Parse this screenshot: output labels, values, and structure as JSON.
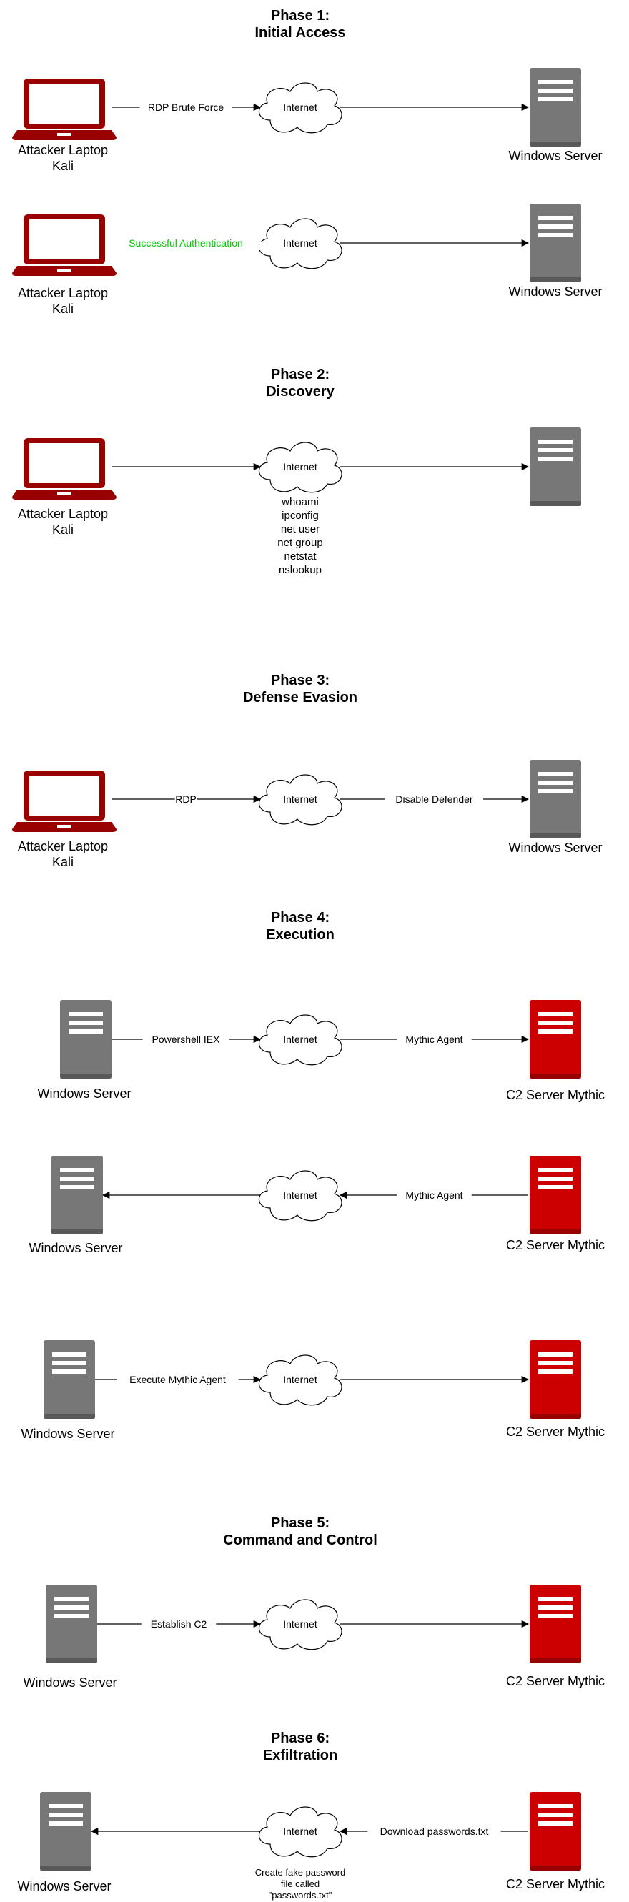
{
  "colors": {
    "laptop": "#990000",
    "server_gray": "#777777",
    "server_red": "#CC0000",
    "arrow": "#000000",
    "success_text": "#00CC00"
  },
  "phases": [
    {
      "title": [
        "Phase 1:",
        "Initial Access"
      ],
      "rows": [
        {
          "left": {
            "icon": "laptop-icon",
            "label": [
              "Attacker Laptop",
              "Kali"
            ]
          },
          "cloud": {
            "label": "Internet",
            "notes": []
          },
          "right": {
            "icon": "server-icon",
            "label": [
              "Windows Server"
            ]
          },
          "arrow_left": {
            "dir": "right",
            "label": "RDP Brute Force"
          },
          "arrow_right": {
            "dir": "right",
            "label": ""
          }
        },
        {
          "left": {
            "icon": "laptop-icon",
            "label": [
              "Attacker Laptop",
              "Kali"
            ]
          },
          "cloud": {
            "label": "Internet",
            "notes": []
          },
          "right": {
            "icon": "server-icon",
            "label": [
              "Windows Server"
            ]
          },
          "arrow_left": {
            "dir": "right",
            "label": "Successful Authentication",
            "color": "#00CC00"
          },
          "arrow_right": {
            "dir": "right",
            "label": ""
          }
        }
      ]
    },
    {
      "title": [
        "Phase 2:",
        "Discovery"
      ],
      "rows": [
        {
          "left": {
            "icon": "laptop-icon",
            "label": [
              "Attacker Laptop",
              "Kali"
            ]
          },
          "cloud": {
            "label": "Internet",
            "notes": [
              "whoami",
              "ipconfig",
              "net user",
              "net group",
              "netstat",
              "nslookup"
            ]
          },
          "right": {
            "icon": "server-icon",
            "label": []
          },
          "arrow_left": {
            "dir": "right",
            "label": ""
          },
          "arrow_right": {
            "dir": "right",
            "label": ""
          }
        }
      ]
    },
    {
      "title": [
        "Phase 3:",
        "Defense Evasion"
      ],
      "rows": [
        {
          "left": {
            "icon": "laptop-icon",
            "label": [
              "Attacker Laptop",
              "Kali"
            ]
          },
          "cloud": {
            "label": "Internet",
            "notes": []
          },
          "right": {
            "icon": "server-icon",
            "label": [
              "Windows Server"
            ]
          },
          "arrow_left": {
            "dir": "right",
            "label": "RDP"
          },
          "arrow_right": {
            "dir": "right",
            "label": "Disable Defender"
          }
        }
      ]
    },
    {
      "title": [
        "Phase 4:",
        "Execution"
      ],
      "rows": [
        {
          "left": {
            "icon": "server-icon",
            "label": [
              "Windows Server"
            ]
          },
          "cloud": {
            "label": "Internet",
            "notes": []
          },
          "right": {
            "icon": "c2-server-icon",
            "label": [
              "C2 Server Mythic"
            ]
          },
          "arrow_left": {
            "dir": "right",
            "label": "Powershell IEX"
          },
          "arrow_right": {
            "dir": "right",
            "label": "Mythic Agent"
          }
        },
        {
          "left": {
            "icon": "server-icon",
            "label": [
              "Windows Server"
            ]
          },
          "cloud": {
            "label": "Internet",
            "notes": []
          },
          "right": {
            "icon": "c2-server-icon",
            "label": [
              "C2 Server Mythic"
            ]
          },
          "arrow_left": {
            "dir": "left",
            "label": ""
          },
          "arrow_right": {
            "dir": "left",
            "label": "Mythic Agent"
          }
        },
        {
          "left": {
            "icon": "server-icon",
            "label": [
              "Windows Server"
            ]
          },
          "cloud": {
            "label": "Internet",
            "notes": []
          },
          "right": {
            "icon": "c2-server-icon",
            "label": [
              "C2 Server Mythic"
            ]
          },
          "arrow_left": {
            "dir": "right",
            "label": "Execute Mythic Agent"
          },
          "arrow_right": {
            "dir": "right",
            "label": ""
          }
        }
      ]
    },
    {
      "title": [
        "Phase 5:",
        "Command and Control"
      ],
      "rows": [
        {
          "left": {
            "icon": "server-icon",
            "label": [
              "Windows Server"
            ]
          },
          "cloud": {
            "label": "Internet",
            "notes": []
          },
          "right": {
            "icon": "c2-server-icon",
            "label": [
              "C2 Server Mythic"
            ]
          },
          "arrow_left": {
            "dir": "right",
            "label": "Establish C2"
          },
          "arrow_right": {
            "dir": "right",
            "label": ""
          }
        }
      ]
    },
    {
      "title": [
        "Phase 6:",
        "Exfiltration"
      ],
      "rows": [
        {
          "left": {
            "icon": "server-icon",
            "label": [
              "Windows Server"
            ]
          },
          "cloud": {
            "label": "Internet",
            "notes": [
              "Create fake password",
              "file called",
              "\"passwords.txt\""
            ]
          },
          "right": {
            "icon": "c2-server-icon",
            "label": [
              "C2 Server Mythic"
            ]
          },
          "arrow_left": {
            "dir": "left",
            "label": ""
          },
          "arrow_right": {
            "dir": "left",
            "label": "Download passwords.txt"
          }
        }
      ]
    }
  ]
}
